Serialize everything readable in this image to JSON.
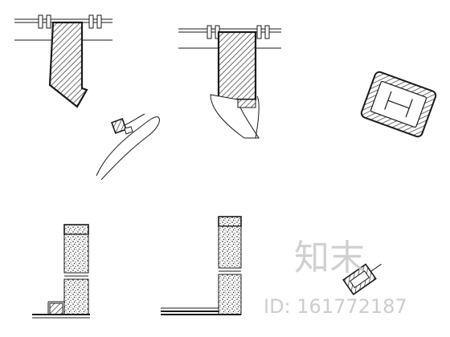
{
  "drawing": {
    "type": "architectural-detail-sheet",
    "line_color": "#1a1a1a",
    "hatch_color": "#333333",
    "background": "#ffffff",
    "details": [
      {
        "name": "curtain-box-angled",
        "kind": "pelmet-section"
      },
      {
        "name": "handrail-profile",
        "kind": "handrail-section"
      },
      {
        "name": "curtain-box-curved",
        "kind": "pelmet-section"
      },
      {
        "name": "steel-beam-casing",
        "kind": "beam-encasement"
      },
      {
        "name": "wall-skirting-left",
        "kind": "wall-base-section"
      },
      {
        "name": "wall-skirting-right",
        "kind": "wall-base-section"
      },
      {
        "name": "corner-trim-detail",
        "kind": "trim-section"
      }
    ]
  },
  "watermark": {
    "brand": "知末",
    "id_text": "ID: 161772187",
    "color": "#c8c8c8"
  }
}
